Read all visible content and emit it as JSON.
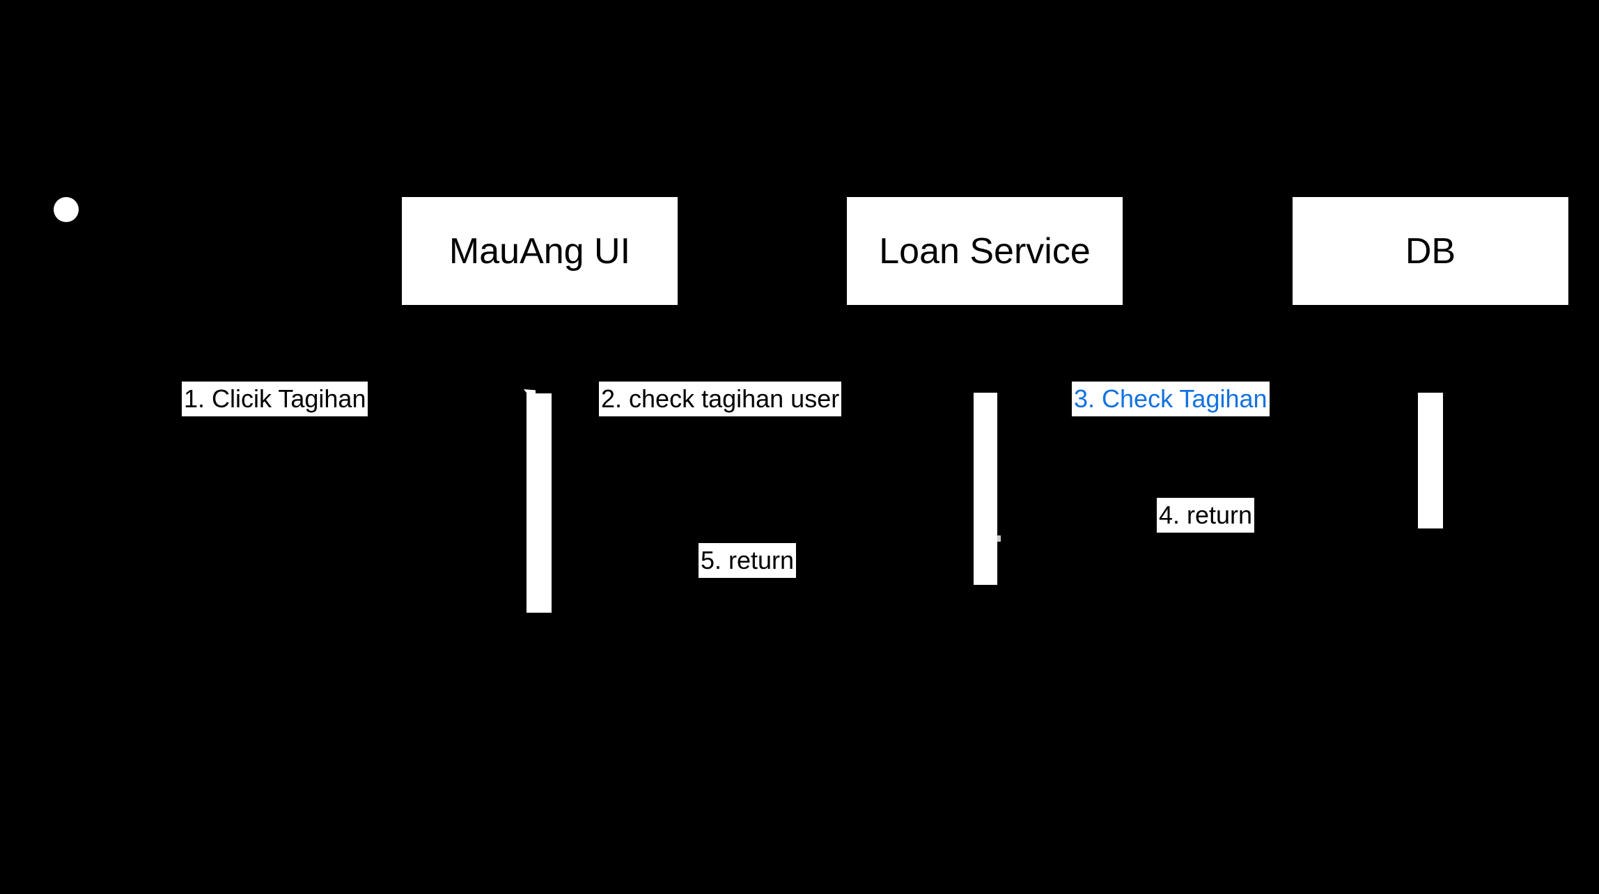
{
  "diagram": {
    "type": "uml-sequence",
    "background_color": "#000000",
    "accent_blue": "#1372E0",
    "actor": {
      "symbol": "actor-head-circle",
      "fill": "#ffffff"
    },
    "participants": [
      {
        "label": "MauAng UI",
        "fill": "#ffffff",
        "text_color": "#000000"
      },
      {
        "label": "Loan Service",
        "fill": "#ffffff",
        "text_color": "#000000"
      },
      {
        "label": "DB",
        "fill": "#ffffff",
        "text_color": "#000000"
      }
    ],
    "activations": [
      {
        "owner": "MauAng UI"
      },
      {
        "owner": "Loan Service"
      },
      {
        "owner": "DB"
      }
    ],
    "messages": [
      {
        "label": "1. Clicik Tagihan",
        "text_color": "#000000",
        "bg_color": "#ffffff"
      },
      {
        "label": "2. check tagihan user",
        "text_color": "#000000",
        "bg_color": "#ffffff"
      },
      {
        "label": "3. Check Tagihan",
        "text_color": "#1372E0",
        "bg_color": "#ffffff"
      },
      {
        "label": "4. return",
        "text_color": "#000000",
        "bg_color": "#ffffff"
      },
      {
        "label": "5. return",
        "text_color": "#000000",
        "bg_color": "#ffffff"
      }
    ]
  }
}
